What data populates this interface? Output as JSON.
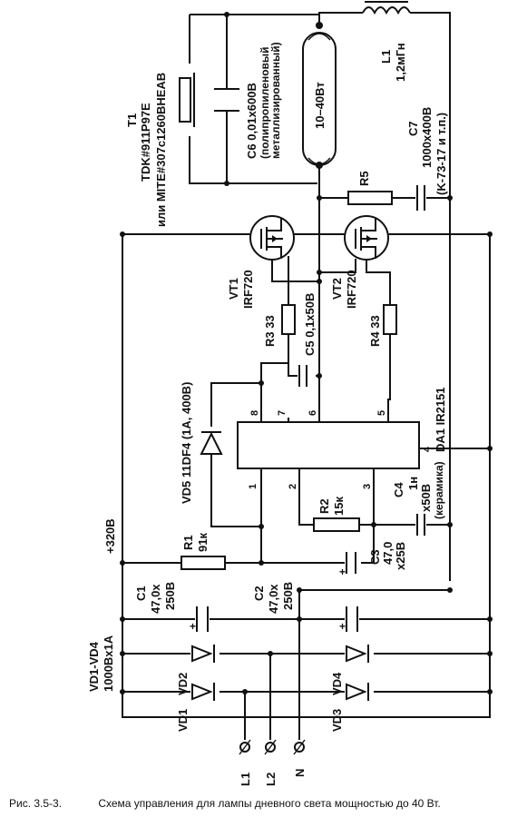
{
  "caption": {
    "number": "Рис. 3.5-3.",
    "text": "Схема управления для лампы дневного света мощностью до 40 Вт."
  },
  "components": {
    "t1_a": "T1",
    "t1_b": "TDK#911P97E",
    "t1_c": "или MITE#307c1260BHEAB",
    "c6_a": "C6 0,01x600B",
    "c6_b": "(полипропиленовый",
    "c6_c": "металлизированный)",
    "lamp": "10–40Вт",
    "l1_a": "L1",
    "l1_b": "1,2мГн",
    "c7_a": "C7",
    "c7_b": "1000x400B",
    "c7_c": "(K-73-17 и т.п.)",
    "r5": "R5",
    "vt1_a": "VT1",
    "vt1_b": "IRF720",
    "vt2_a": "VT2",
    "vt2_b": "IRF720",
    "r3": "R3 33",
    "r4": "R4 33",
    "c5": "C5 0,1x50B",
    "vd5": "VD5 11DF4 (1A, 400B)",
    "da1": "DA1 IR2151",
    "r2_a": "R2",
    "r2_b": "15к",
    "c4_a": "C4",
    "c4_b": "1н",
    "c4_c": "x50B",
    "c4_d": "(керамика)",
    "r1_a": "R1",
    "r1_b": "91к",
    "c3_a": "C3",
    "c3_b": "47,0",
    "c3_c": "x25B",
    "c1_a": "C1",
    "c1_b": "47,0x",
    "c1_c": "250B",
    "c2_a": "C2",
    "c2_b": "47,0x",
    "c2_c": "250B",
    "vd_a": "VD1-VD4",
    "vd_b": "1000Bx1A",
    "vd1": "VD1",
    "vd2": "VD2",
    "vd3": "VD3",
    "vd4": "VD4",
    "v320": "+320B",
    "plus": "+"
  },
  "pins": [
    "1",
    "2",
    "3",
    "4",
    "5",
    "6",
    "7",
    "8"
  ],
  "terminals": [
    "L1",
    "L2",
    "N"
  ]
}
